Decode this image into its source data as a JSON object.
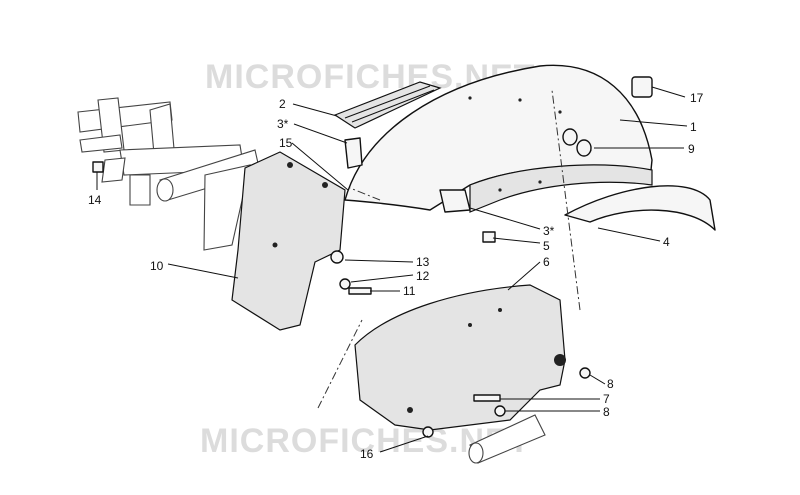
{
  "watermark": {
    "text": "MICROFICHES.NET",
    "color": "#dcdcdc"
  },
  "callouts": [
    {
      "id": "c1",
      "label": "1"
    },
    {
      "id": "c2",
      "label": "2"
    },
    {
      "id": "c3a",
      "label": "3*"
    },
    {
      "id": "c15",
      "label": "15"
    },
    {
      "id": "c9",
      "label": "9"
    },
    {
      "id": "c17",
      "label": "17"
    },
    {
      "id": "c14",
      "label": "14"
    },
    {
      "id": "c3b",
      "label": "3*"
    },
    {
      "id": "c5",
      "label": "5"
    },
    {
      "id": "c4",
      "label": "4"
    },
    {
      "id": "c6",
      "label": "6"
    },
    {
      "id": "c10",
      "label": "10"
    },
    {
      "id": "c13",
      "label": "13"
    },
    {
      "id": "c12",
      "label": "12"
    },
    {
      "id": "c11",
      "label": "11"
    },
    {
      "id": "c8a",
      "label": "8"
    },
    {
      "id": "c7",
      "label": "7"
    },
    {
      "id": "c8b",
      "label": "8"
    },
    {
      "id": "c16",
      "label": "16"
    }
  ]
}
